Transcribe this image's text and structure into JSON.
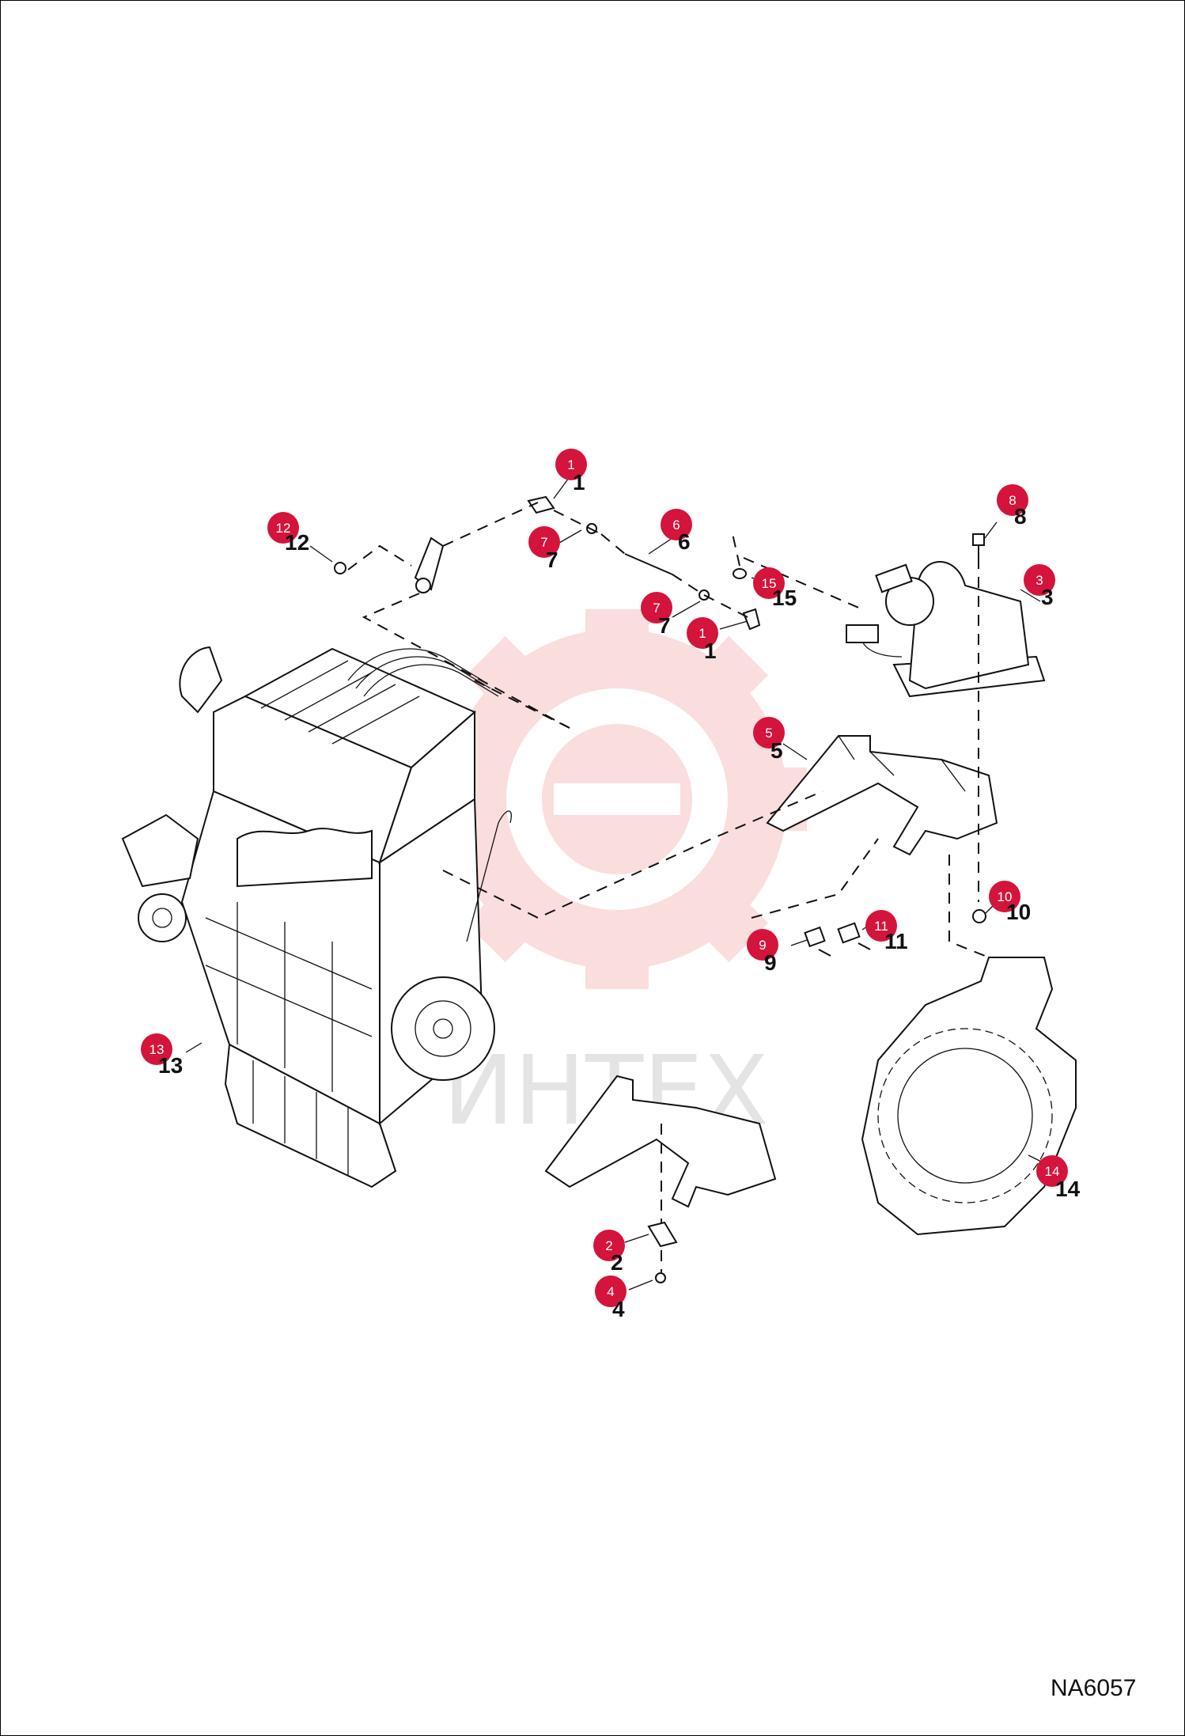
{
  "drawing": {
    "code": "NA6057",
    "watermark": "ИНТЕХ"
  },
  "callouts": [
    {
      "id": "1",
      "label": "1"
    },
    {
      "id": "1b",
      "label": "1"
    },
    {
      "id": "2",
      "label": "2"
    },
    {
      "id": "3",
      "label": "3"
    },
    {
      "id": "4",
      "label": "4"
    },
    {
      "id": "5",
      "label": "5"
    },
    {
      "id": "6",
      "label": "6"
    },
    {
      "id": "7",
      "label": "7"
    },
    {
      "id": "7b",
      "label": "7"
    },
    {
      "id": "8",
      "label": "8"
    },
    {
      "id": "9",
      "label": "9"
    },
    {
      "id": "10",
      "label": "10"
    },
    {
      "id": "11",
      "label": "11"
    },
    {
      "id": "12",
      "label": "12"
    },
    {
      "id": "13",
      "label": "13"
    },
    {
      "id": "14",
      "label": "14"
    },
    {
      "id": "15",
      "label": "15"
    }
  ],
  "colors": {
    "bubble": "#d4143a",
    "line": "#111111",
    "watermark": "#e8a0a0"
  }
}
